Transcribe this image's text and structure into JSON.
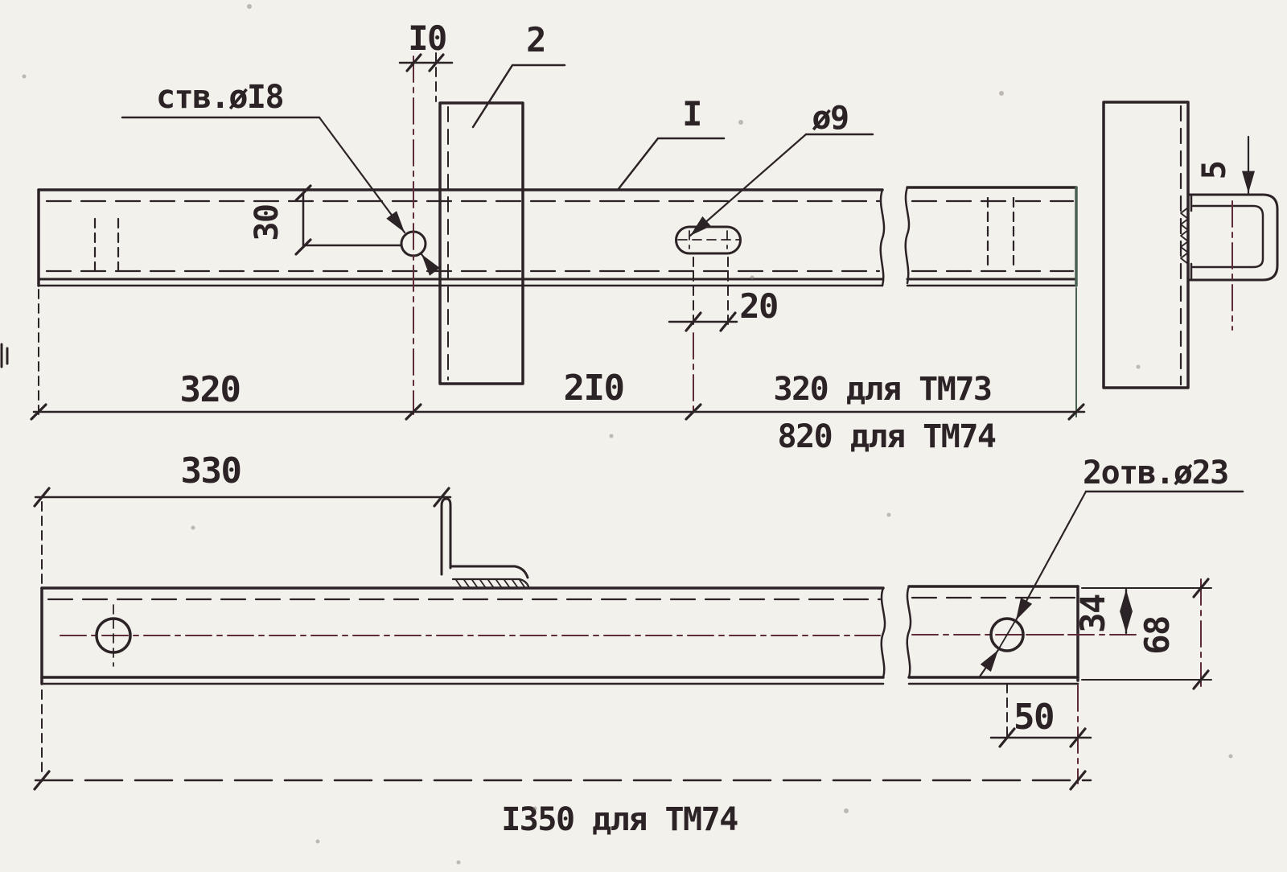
{
  "drawing": {
    "title": "weld-assembly-detail-drawing",
    "colors": {
      "paper": "#f3f1ec",
      "ink": "#2c2326",
      "accent": "#5e2b38"
    },
    "top_view": {
      "dim_10": "I0",
      "part_2_label": "2",
      "part_1_label": "I",
      "hole_18_label": "ств.øI8",
      "slot_9_label": "ø9",
      "dim_30": "30",
      "dim_20": "20",
      "dim_320": "320",
      "dim_210": "2I0",
      "dim_tm73": "320 для ТМ73",
      "dim_tm74": "820 для ТМ74"
    },
    "side_view": {
      "dim_5": "5"
    },
    "bottom_view": {
      "dim_330": "330",
      "holes_23_label": "2отв.ø23",
      "dim_34": "34",
      "dim_68": "68",
      "dim_50": "50",
      "dim_1350": "I350 для ТМ74"
    }
  }
}
